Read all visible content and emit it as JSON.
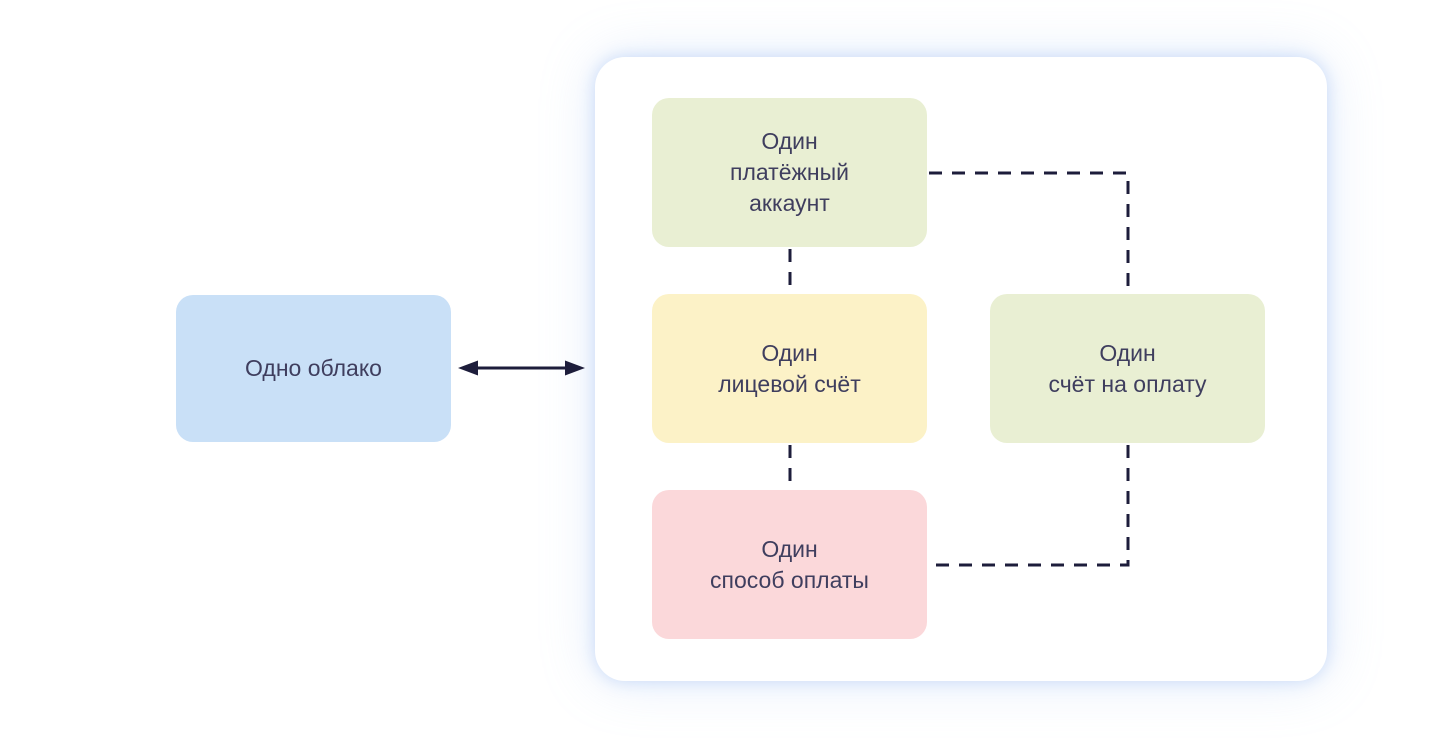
{
  "diagram": {
    "title": "cloud-to-billing-relationship-diagram",
    "cloud_box": {
      "label": "Одно облако"
    },
    "relationship": {
      "type": "bidirectional-arrow"
    },
    "card_boxes": {
      "billing_account": {
        "label": "Один\nплатёжный\nаккаунт"
      },
      "personal_account": {
        "label": "Один\nлицевой счёт"
      },
      "invoice": {
        "label": "Один\nсчёт на оплату"
      },
      "payment_method": {
        "label": "Один\nспособ оплаты"
      }
    },
    "connectors": [
      "billing-account to personal-account (dashed, vertical)",
      "personal-account to payment-method (dashed, vertical)",
      "billing-account to invoice (dashed, right-angle)",
      "invoice to payment-method (dashed, right-angle)"
    ],
    "colors": {
      "cloud_box_fill": "#c9e0f7",
      "billing_account_fill": "#e9efd3",
      "personal_account_fill": "#fcf2c7",
      "invoice_fill": "#e9efd3",
      "payment_method_fill": "#fbd8da",
      "card_fill": "#ffffff",
      "card_glow": "#97b9f2",
      "text": "#3f3e5e",
      "line": "#1d1d3b"
    }
  }
}
